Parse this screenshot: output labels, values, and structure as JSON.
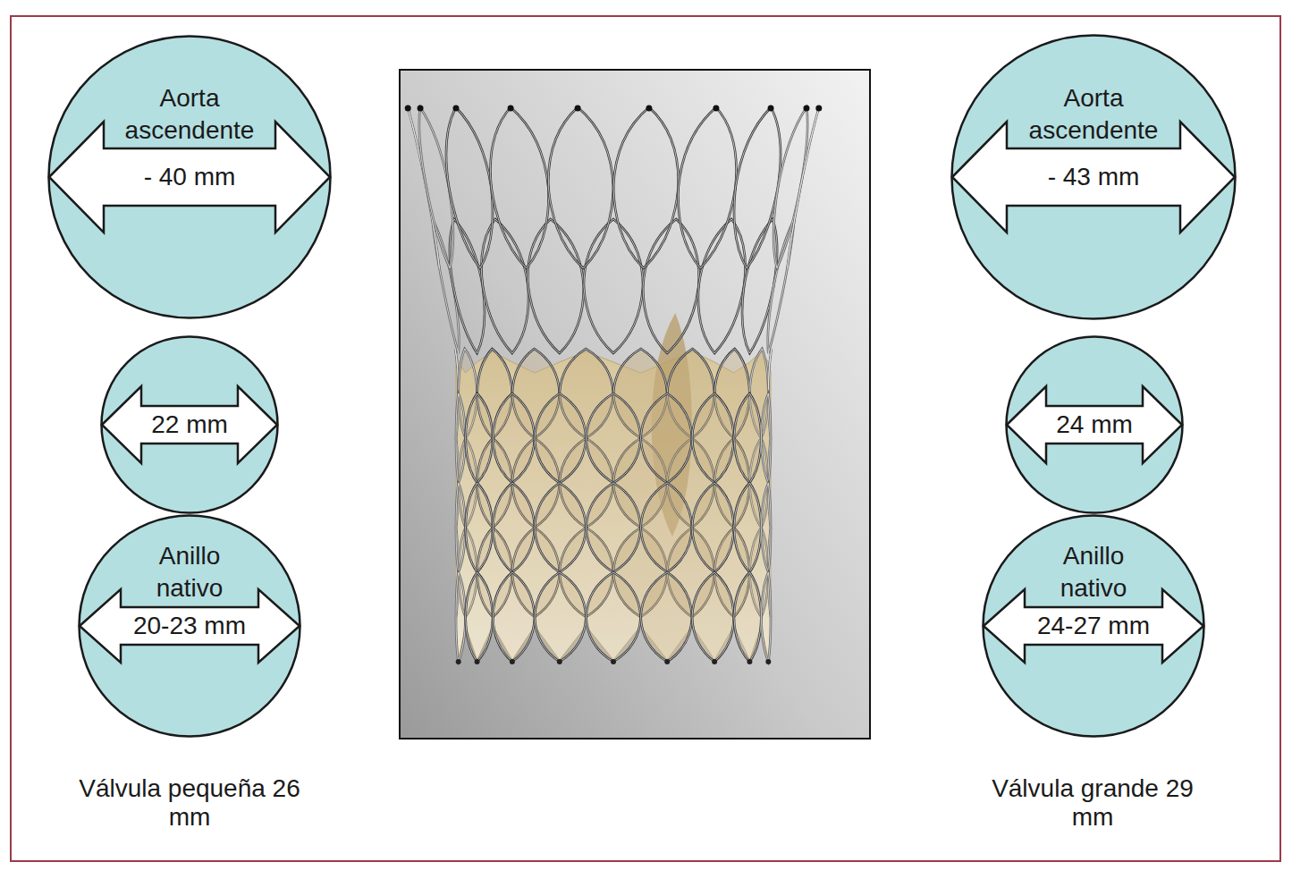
{
  "diagram": {
    "nodes": [
      {
        "text": [
          "Aorta ascendente",
          "- 40 mm"
        ]
      },
      {
        "text": [
          "22 mm"
        ]
      },
      {
        "text": [
          "Anillo nativo",
          "20-23 mm"
        ]
      },
      {
        "text": [
          "Aorta ascendente",
          "- 43 mm"
        ]
      },
      {
        "text": [
          "24 mm"
        ]
      },
      {
        "text": [
          "Anillo nativo",
          "24-27 mm"
        ]
      }
    ],
    "labels": [
      "Válvula pequeña 26 mm",
      "Válvula grande 29 mm"
    ]
  }
}
